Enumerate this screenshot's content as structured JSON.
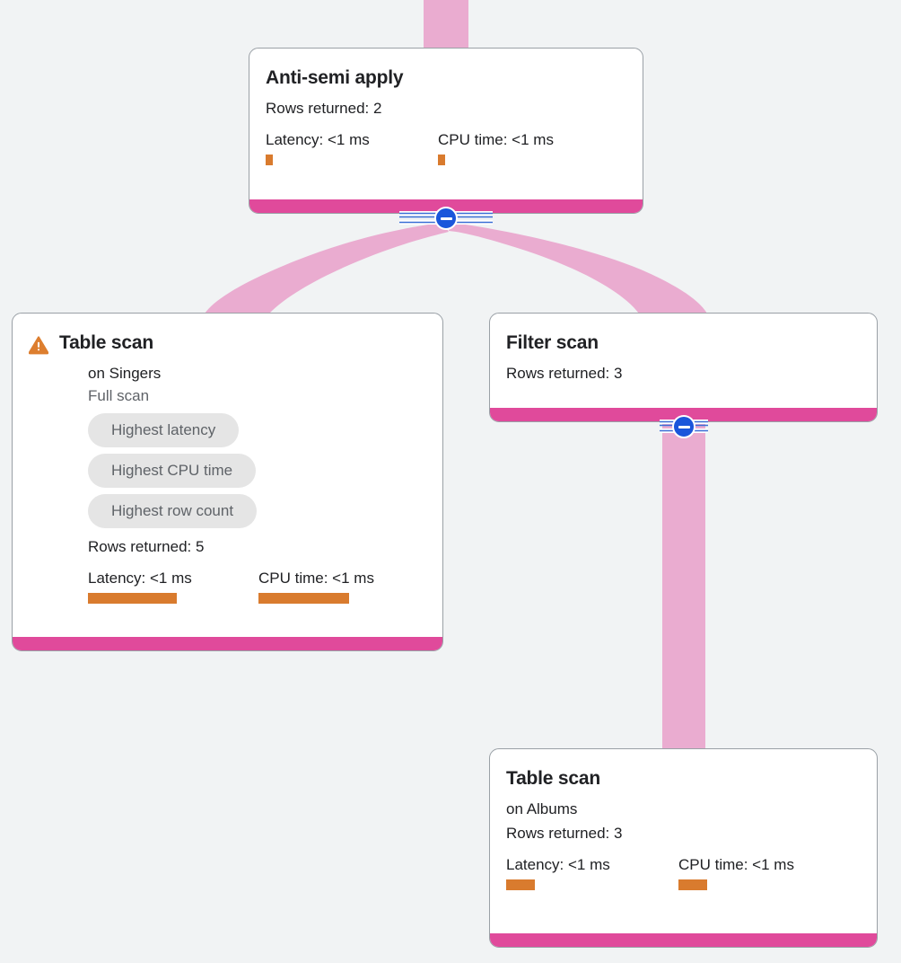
{
  "theme": {
    "page_background": "#f1f3f4",
    "card_background": "#ffffff",
    "card_border": "#9aa0a6",
    "card_footer_accent": "#e04a9b",
    "edge_color": "#eaacd0",
    "metric_bar_color": "#d97b2e",
    "warning_icon_color": "#dd7e2f",
    "chip_background": "#e5e5e5",
    "chip_text": "#5f6368",
    "toggle_color": "#1a56db"
  },
  "labels": {
    "rows_returned_prefix": "Rows returned:",
    "latency_prefix": "Latency:",
    "cpu_time_prefix": "CPU time:"
  },
  "nodes": [
    {
      "id": "anti-semi-apply",
      "title": "Anti-semi apply",
      "subtitle": null,
      "scan_type": null,
      "warning": false,
      "chips": [],
      "rows_returned": "Rows returned: 2",
      "latency": "Latency: <1 ms",
      "cpu_time": "CPU time: <1 ms",
      "latency_bar_width": 8,
      "cpu_bar_width": 8
    },
    {
      "id": "table-scan-singers",
      "title": "Table scan",
      "subtitle": "on Singers",
      "scan_type": "Full scan",
      "warning": true,
      "warning_icon": "warning-triangle-icon",
      "chips": [
        "Highest latency",
        "Highest CPU time",
        "Highest row count"
      ],
      "rows_returned": "Rows returned: 5",
      "latency": "Latency: <1 ms",
      "cpu_time": "CPU time: <1 ms",
      "latency_bar_width": 99,
      "cpu_bar_width": 101
    },
    {
      "id": "filter-scan",
      "title": "Filter scan",
      "subtitle": null,
      "scan_type": null,
      "warning": false,
      "chips": [],
      "rows_returned": "Rows returned: 3",
      "latency": null,
      "cpu_time": null
    },
    {
      "id": "table-scan-albums",
      "title": "Table scan",
      "subtitle": "on Albums",
      "scan_type": null,
      "warning": false,
      "chips": [],
      "rows_returned": "Rows returned: 3",
      "latency": "Latency: <1 ms",
      "cpu_time": "CPU time: <1 ms",
      "latency_bar_width": 32,
      "cpu_bar_width": 32
    }
  ],
  "toggles": [
    {
      "id": "toggle-anti-semi-apply",
      "state": "expanded",
      "glyph": "minus"
    },
    {
      "id": "toggle-filter-scan",
      "state": "expanded",
      "glyph": "minus"
    }
  ]
}
